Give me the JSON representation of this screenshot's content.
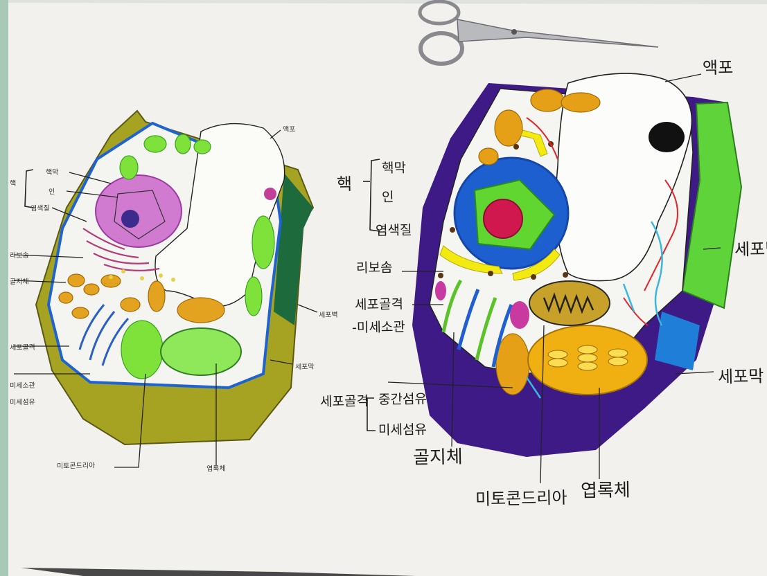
{
  "large_diagram": {
    "nucleus_group": "핵",
    "nuclear_membrane": "핵막",
    "nucleolus": "인",
    "chromatin": "염색질",
    "vacuole": "액포",
    "cell_wall": "세포벽",
    "ribosome": "리보솜",
    "cytoskeleton_microtubule": "세포골격",
    "microtubule": "-미세소관",
    "cytoskeleton_group": "세포골격",
    "intermediate_filament": "중간섬유",
    "microfilament": "미세섬유",
    "golgi": "골지체",
    "mitochondria": "미토콘드리아",
    "chloroplast": "엽록체",
    "cell_membrane": "세포막"
  },
  "small_diagram": {
    "nucleus_group": "핵",
    "nuclear_membrane": "핵막",
    "nucleolus": "인",
    "chromatin": "염색질",
    "vacuole": "액포",
    "ribosome": "리보솜",
    "golgi": "골지체",
    "cell_wall": "세포벽",
    "cell_membrane": "세포막",
    "mitochondria": "미토콘드리아",
    "chloroplast": "엽록체",
    "cytoskeleton": "세포골격",
    "microtubule": "미세소관",
    "filament": "미세섬유"
  },
  "colors": {
    "paper": "#f2f1ee",
    "cell_wall_purple": "#3f1c86",
    "cytoplasm_olive": "#9fa21b",
    "cell_wall_dark_green": "#1f6b3a",
    "membrane_blue": "#1f5fd0",
    "chloroplast_green": "#6fe02a",
    "mitochondria_orange": "#e4a20e",
    "nucleus_pink": "#c46bc6"
  }
}
